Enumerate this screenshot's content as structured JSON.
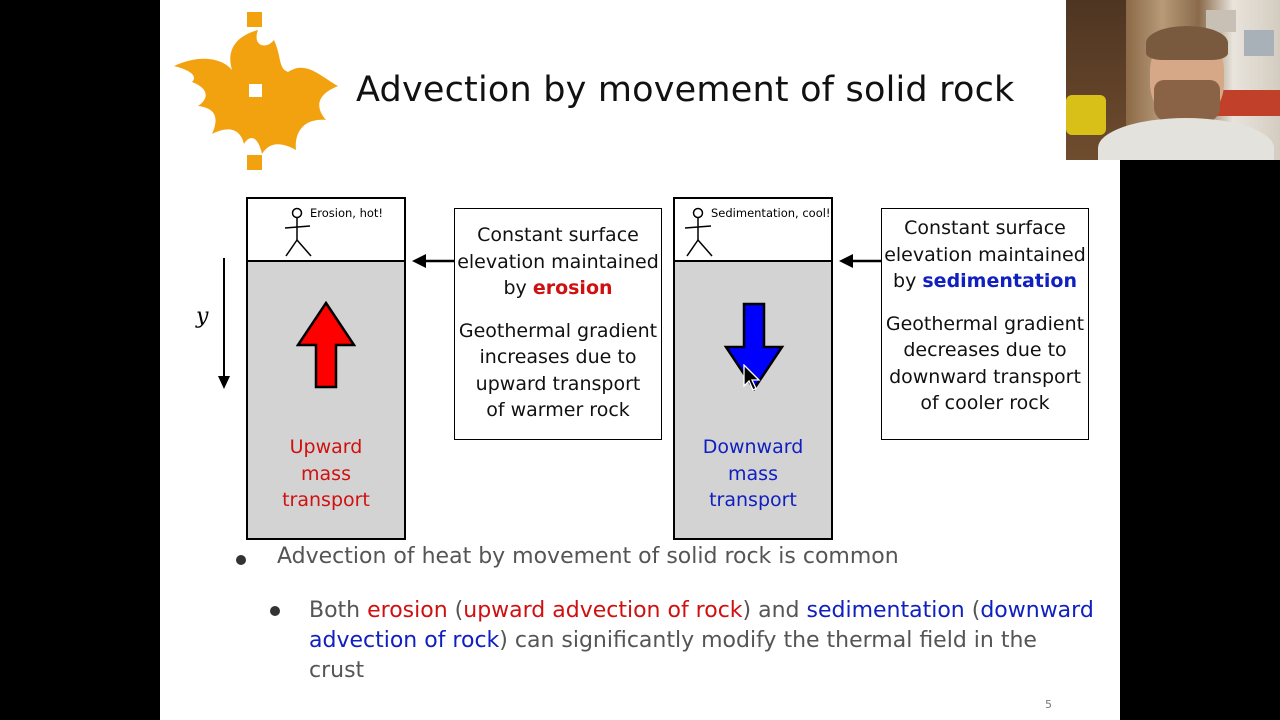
{
  "slide": {
    "title": "Advection by movement of solid rock",
    "left_diagram": {
      "surface_label": "Erosion, hot!",
      "depth_axis_label": "y",
      "mass_label": [
        "Upward",
        "mass",
        "transport"
      ]
    },
    "erosion_box": {
      "line1": "Constant surface",
      "line2": "elevation maintained",
      "line3_prefix": "by ",
      "line3_emph": "erosion",
      "para2": [
        "Geothermal gradient",
        "increases due to",
        "upward transport",
        "of warmer rock"
      ]
    },
    "right_diagram": {
      "surface_label": "Sedimentation, cool!",
      "mass_label": [
        "Downward",
        "mass",
        "transport"
      ]
    },
    "sedimentation_box": {
      "line1": "Constant surface",
      "line2": "elevation maintained",
      "line3_prefix": "by ",
      "line3_emph": "sedimentation",
      "para2": [
        "Geothermal gradient",
        "decreases due to",
        "downward transport",
        "of cooler rock"
      ]
    },
    "bullet1": "Advection of heat by movement of solid rock is common",
    "bullet2": {
      "t1": "Both ",
      "t2": "erosion",
      "t3": " (",
      "t4": "upward advection of rock",
      "t5": ") and ",
      "t6": "sedimentation",
      "t7": " (",
      "t8": "downward advection of rock",
      "t9": ") can significantly modify the thermal field in the crust"
    },
    "page_number": "5"
  },
  "colors": {
    "logo_orange": "#f3a20f",
    "erosion_red": "#d01010",
    "sedimentation_blue": "#1020c0",
    "rock_gray": "#d3d3d3"
  },
  "icons": [
    "university-flame-logo",
    "stick-figure-icon",
    "arrow-up-icon",
    "arrow-down-icon",
    "mouse-cursor-icon"
  ]
}
